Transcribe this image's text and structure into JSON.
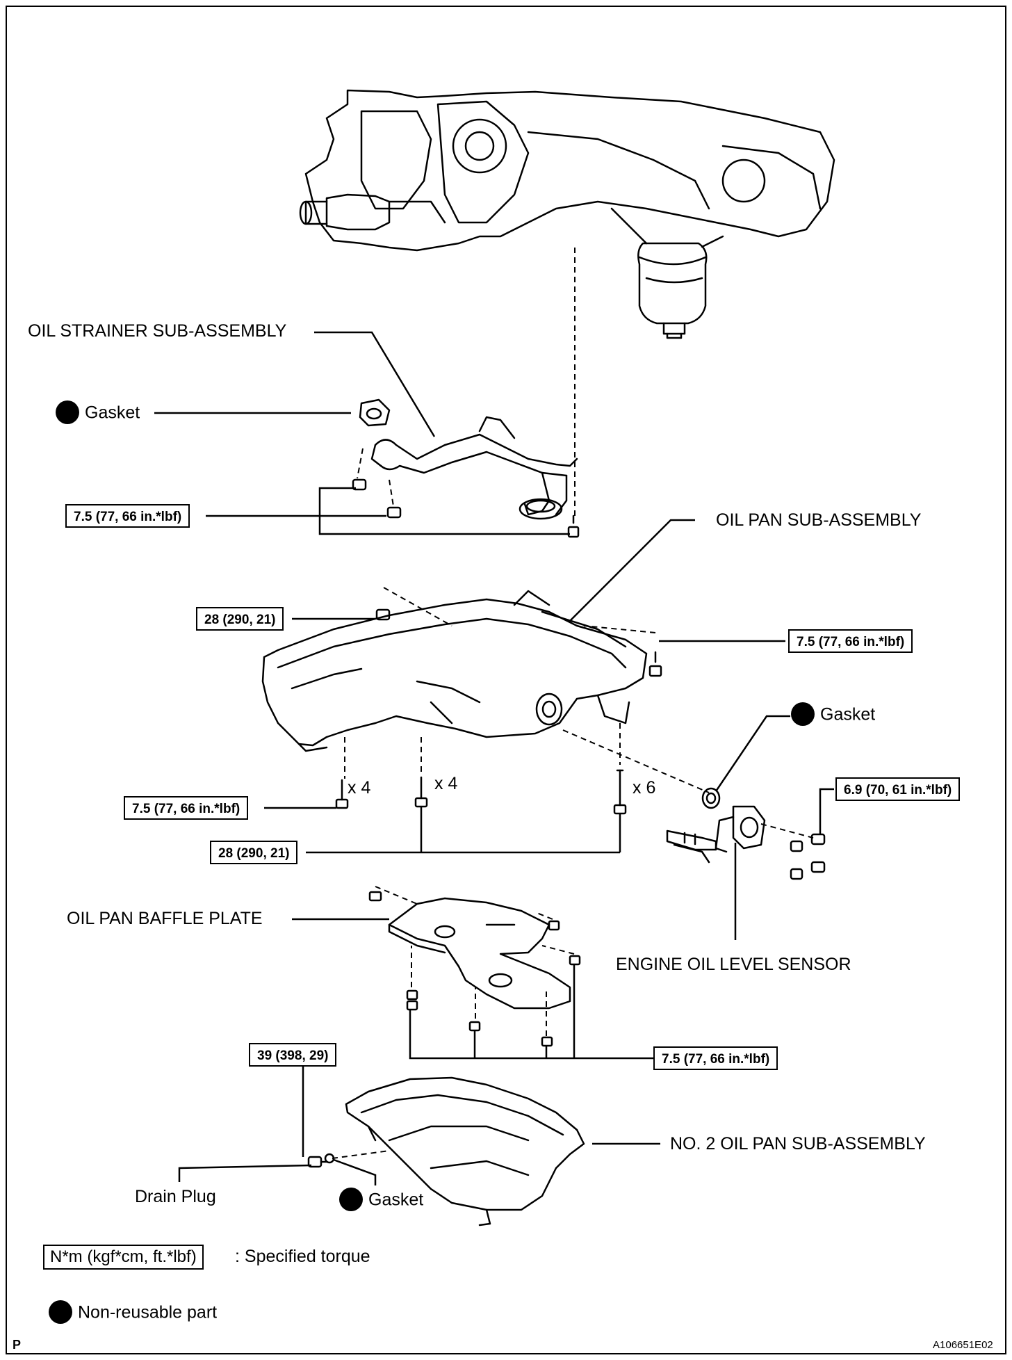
{
  "labels": {
    "oil_strainer": "OIL STRAINER SUB-ASSEMBLY",
    "gasket_1": "Gasket",
    "oil_pan": "OIL PAN SUB-ASSEMBLY",
    "gasket_2": "Gasket",
    "oil_pan_baffle": "OIL PAN BAFFLE PLATE",
    "oil_level_sensor": "ENGINE OIL LEVEL SENSOR",
    "no2_oil_pan": "NO. 2 OIL PAN SUB-ASSEMBLY",
    "drain_plug": "Drain Plug",
    "gasket_3": "Gasket"
  },
  "torques": {
    "strainer": "7.5 (77, 66 in.*lbf)",
    "pan_left_top": "28 (290, 21)",
    "pan_right_top": "7.5 (77, 66 in.*lbf)",
    "pan_bottom_left": "7.5 (77, 66 in.*lbf)",
    "pan_bottom_long": "28 (290, 21)",
    "sensor": "6.9 (70, 61 in.*lbf)",
    "baffle": "7.5 (77, 66 in.*lbf)",
    "drain_plug": "39 (398, 29)"
  },
  "quantities": {
    "q1": "x 4",
    "q2": "x 4",
    "q3": "x 6"
  },
  "legend": {
    "torque_box": "N*m (kgf*cm, ft.*lbf)",
    "torque_text": ": Specified torque",
    "nonreusable_text": "Non-reusable part"
  },
  "corner": {
    "left": "P",
    "right": "A106651E02"
  }
}
